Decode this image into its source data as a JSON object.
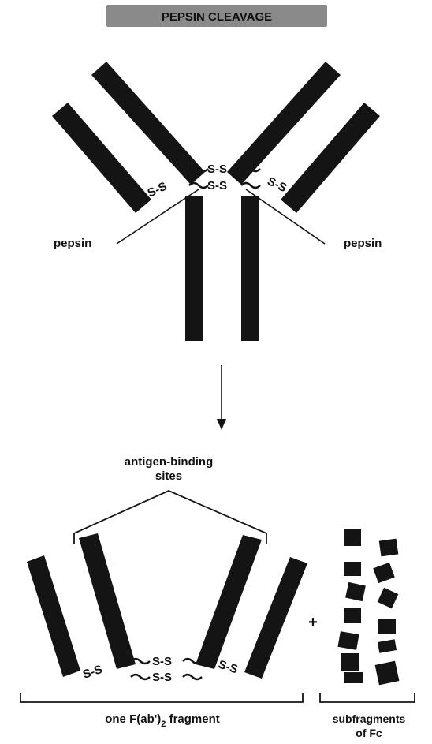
{
  "title": "PEPSIN CLEAVAGE",
  "labels": {
    "pepsin_left": "pepsin",
    "pepsin_right": "pepsin",
    "antigen_line1": "antigen-binding",
    "antigen_line2": "sites",
    "fragment_main": "one F(ab')",
    "fragment_sub": "2",
    "fragment_tail": " fragment",
    "subfragments_line1": "subfragments",
    "subfragments_line2": "of Fc",
    "plus": "+",
    "disulfide": "S-S",
    "disulfide_hinge": "S-S"
  }
}
